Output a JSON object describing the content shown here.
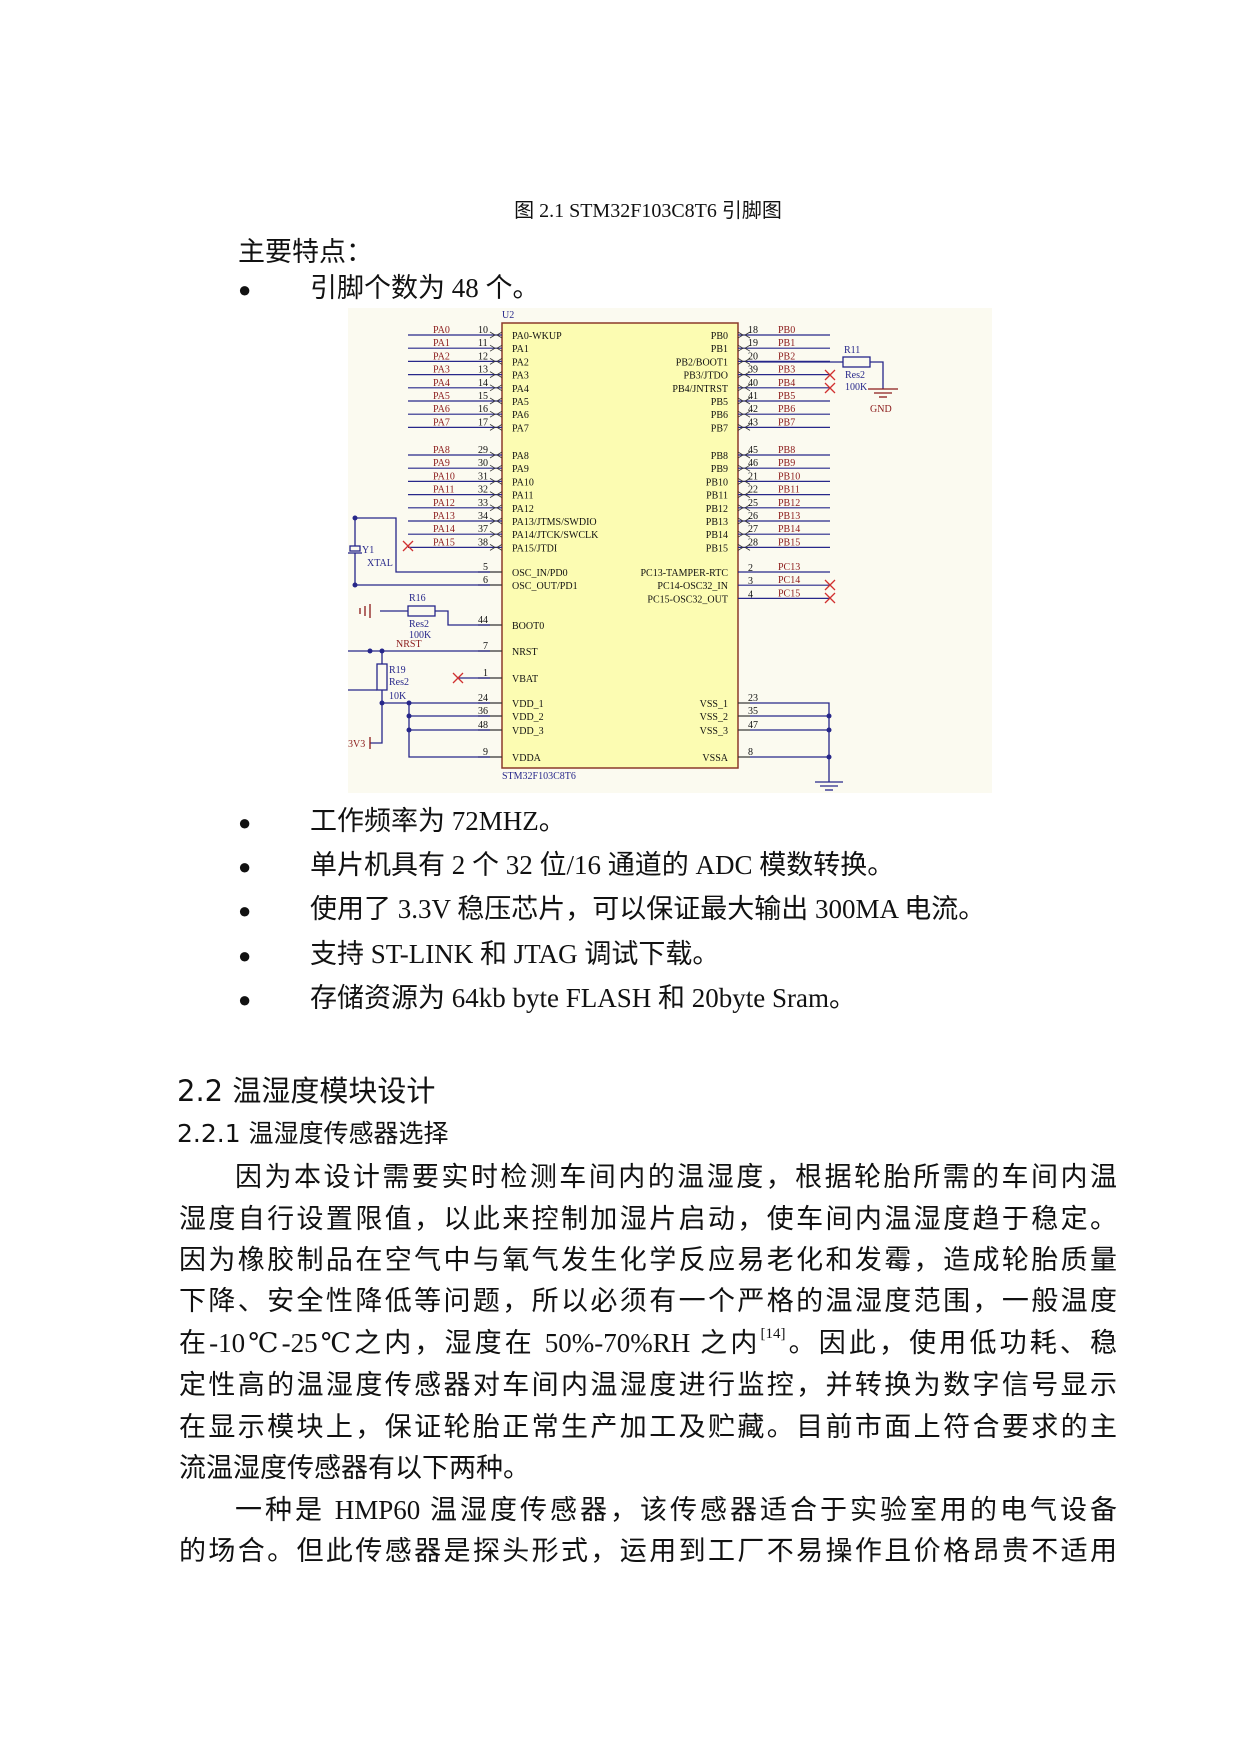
{
  "figure_caption": "图 2.1 STM32F103C8T6 引脚图",
  "features_title": "主要特点：",
  "bullets_before": [
    "引脚个数为 48 个。"
  ],
  "bullets_after": [
    "工作频率为 72MHZ。",
    "单片机具有 2 个 32 位/16 通道的 ADC 模数转换。",
    "使用了 3.3V 稳压芯片，可以保证最大输出 300MA 电流。",
    "支持 ST-LINK 和 JTAG 调试下载。",
    "存储资源为 64kb byte FLASH 和 20byte Sram。"
  ],
  "section_heading": "2.2 温湿度模块设计",
  "subsection_heading": "2.2.1  温湿度传感器选择",
  "paragraph1": {
    "lines": [
      "因为本设计需要实时检测车间内的温湿度，根据轮胎所需的车间内温",
      "湿度自行设置限值，以此来控制加湿片启动，使车间内温湿度趋于稳定。",
      "因为橡胶制品在空气中与氧气发生化学反应易老化和发霉，造成轮胎质量",
      "下降、安全性降低等问题，所以必须有一个严格的温湿度范围，一般温度"
    ],
    "cite_line_before": "在-10℃-25℃之内，湿度在 50%-70%RH 之内",
    "citation": "[14]",
    "cite_line_after": "。因此，使用低功耗、稳",
    "lines_after": [
      "定性高的温湿度传感器对车间内温湿度进行监控，并转换为数字信号显示",
      "在显示模块上，保证轮胎正常生产加工及贮藏。目前市面上符合要求的主",
      "流温湿度传感器有以下两种。"
    ]
  },
  "paragraph2": {
    "lines": [
      "一种是 HMP60 温湿度传感器，该传感器适合于实验室用的电气设备",
      "的场合。但此传感器是探头形式，运用到工厂不易操作且价格昂贵不适用"
    ]
  },
  "schematic": {
    "ref": "U2",
    "part": "STM32F103C8T6",
    "colors": {
      "background": "#fbfaf0",
      "chip_fill": "#fcfcb2",
      "chip_border": "#8b3a2a",
      "wire": "#27278a",
      "net_label": "#8b1a1a",
      "no_connect": "#d03030"
    },
    "left_pins": [
      {
        "net": "PA0",
        "num": "10",
        "name": "PA0-WKUP"
      },
      {
        "net": "PA1",
        "num": "11",
        "name": "PA1"
      },
      {
        "net": "PA2",
        "num": "12",
        "name": "PA2"
      },
      {
        "net": "PA3",
        "num": "13",
        "name": "PA3"
      },
      {
        "net": "PA4",
        "num": "14",
        "name": "PA4"
      },
      {
        "net": "PA5",
        "num": "15",
        "name": "PA5"
      },
      {
        "net": "PA6",
        "num": "16",
        "name": "PA6"
      },
      {
        "net": "PA7",
        "num": "17",
        "name": "PA7"
      },
      {
        "net": "PA8",
        "num": "29",
        "name": "PA8"
      },
      {
        "net": "PA9",
        "num": "30",
        "name": "PA9"
      },
      {
        "net": "PA10",
        "num": "31",
        "name": "PA10"
      },
      {
        "net": "PA11",
        "num": "32",
        "name": "PA11"
      },
      {
        "net": "PA12",
        "num": "33",
        "name": "PA12"
      },
      {
        "net": "PA13",
        "num": "34",
        "name": "PA13/JTMS/SWDIO"
      },
      {
        "net": "PA14",
        "num": "37",
        "name": "PA14/JTCK/SWCLK"
      },
      {
        "net": "PA15",
        "num": "38",
        "name": "PA15/JTDI"
      }
    ],
    "right_pins": [
      {
        "net": "PB0",
        "num": "18",
        "name": "PB0"
      },
      {
        "net": "PB1",
        "num": "19",
        "name": "PB1"
      },
      {
        "net": "PB2",
        "num": "20",
        "name": "PB2/BOOT1"
      },
      {
        "net": "PB3",
        "num": "39",
        "name": "PB3/JTDO"
      },
      {
        "net": "PB4",
        "num": "40",
        "name": "PB4/JNTRST"
      },
      {
        "net": "PB5",
        "num": "41",
        "name": "PB5"
      },
      {
        "net": "PB6",
        "num": "42",
        "name": "PB6"
      },
      {
        "net": "PB7",
        "num": "43",
        "name": "PB7"
      },
      {
        "net": "PB8",
        "num": "45",
        "name": "PB8"
      },
      {
        "net": "PB9",
        "num": "46",
        "name": "PB9"
      },
      {
        "net": "PB10",
        "num": "21",
        "name": "PB10"
      },
      {
        "net": "PB11",
        "num": "22",
        "name": "PB11"
      },
      {
        "net": "PB12",
        "num": "25",
        "name": "PB12"
      },
      {
        "net": "PB13",
        "num": "26",
        "name": "PB13"
      },
      {
        "net": "PB14",
        "num": "27",
        "name": "PB14"
      },
      {
        "net": "PB15",
        "num": "28",
        "name": "PB15"
      }
    ],
    "pc_pins": [
      {
        "net": "PC13",
        "num": "2",
        "name": "PC13-TAMPER-RTC"
      },
      {
        "net": "PC14",
        "num": "3",
        "name": "PC14-OSC32_IN"
      },
      {
        "net": "PC15",
        "num": "4",
        "name": "PC15-OSC32_OUT"
      }
    ],
    "left_lower_pins": [
      {
        "num": "5",
        "name": "OSC_IN/PD0"
      },
      {
        "num": "6",
        "name": "OSC_OUT/PD1"
      },
      {
        "num": "44",
        "name": "BOOT0"
      },
      {
        "num": "7",
        "name": "NRST"
      },
      {
        "num": "1",
        "name": "VBAT"
      },
      {
        "num": "24",
        "name": "VDD_1"
      },
      {
        "num": "36",
        "name": "VDD_2"
      },
      {
        "num": "48",
        "name": "VDD_3"
      },
      {
        "num": "9",
        "name": "VDDA"
      }
    ],
    "right_power_pins": [
      {
        "num": "23",
        "name": "VSS_1"
      },
      {
        "num": "35",
        "name": "VSS_2"
      },
      {
        "num": "47",
        "name": "VSS_3"
      },
      {
        "num": "8",
        "name": "VSSA"
      }
    ],
    "r11": {
      "ref": "R11",
      "type": "Res2",
      "value": "100K"
    },
    "gnd": "GND",
    "r16": {
      "ref": "R16",
      "type": "Res2",
      "value": "100K"
    },
    "r19": {
      "ref": "R19",
      "type": "Res2",
      "value": "10K"
    },
    "y1": {
      "ref": "Y1",
      "type": "XTAL"
    },
    "nrst_net": "NRST",
    "v33": "3V3"
  }
}
